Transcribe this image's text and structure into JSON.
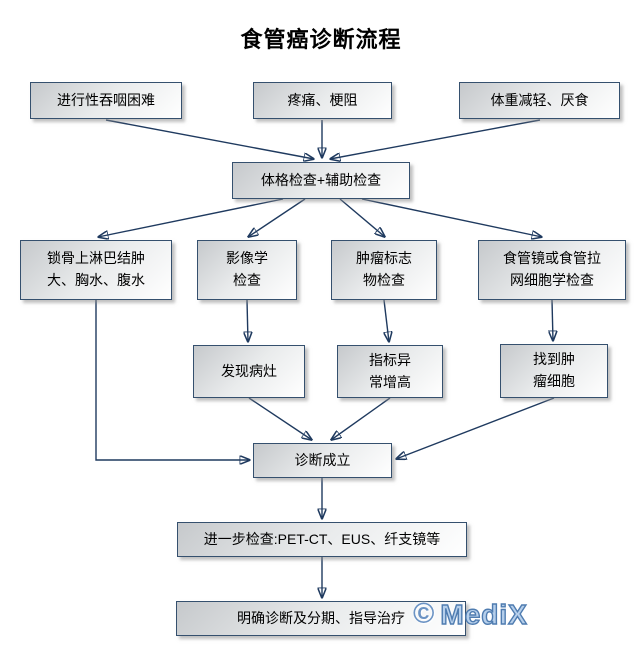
{
  "title": "食管癌诊断流程",
  "nodes": {
    "symptom1": "进行性吞咽困难",
    "symptom2": "疼痛、梗阻",
    "symptom3": "体重减轻、厌食",
    "exam": "体格检查+辅助检查",
    "finding1": "锁骨上淋巴结肿\n大、胸水、腹水",
    "check_imaging": "影像学\n检查",
    "check_marker": "肿瘤标志\n物检查",
    "check_scope": "食管镜或食管拉\n网细胞学检查",
    "result_lesion": "发现病灶",
    "result_elevated": "指标异\n常增高",
    "result_cells": "找到肿\n瘤细胞",
    "diagnosis": "诊断成立",
    "further": "进一步检查:PET-CT、EUS、纤支镜等",
    "final": "明确诊断及分期、指导治疗"
  },
  "watermark": {
    "copyright": "©",
    "brand": "MediX"
  },
  "colors": {
    "box_border": "#35506e",
    "box_fill_start": "#c6c9cc",
    "box_fill_end": "#ffffff",
    "arrow": "#1f3a5f",
    "title_text": "#000000",
    "watermark_fill": "#b6cfeb",
    "watermark_stroke": "#4f7cb0"
  }
}
